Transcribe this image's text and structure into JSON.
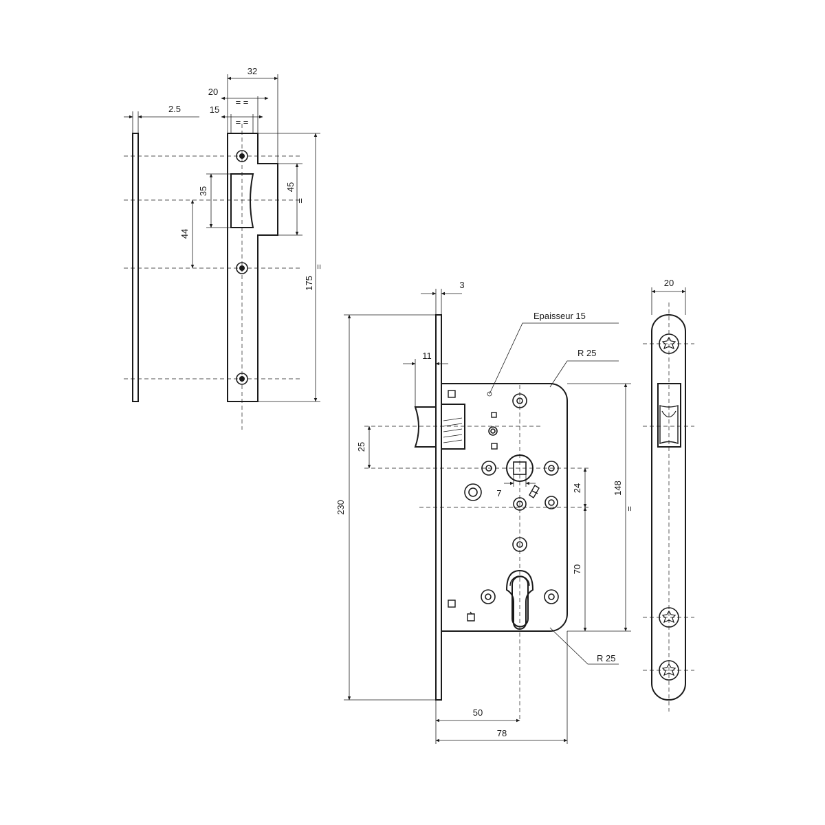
{
  "strike_plate": {
    "dims": {
      "d32": "32",
      "d20": "20",
      "d15": "15",
      "d2_5": "2.5",
      "eq_top_a": "= =",
      "eq_top_b": "= =",
      "d35": "35",
      "d45": "45",
      "eq_mid": "=",
      "d44": "44",
      "d175": "175",
      "eq_side": "="
    }
  },
  "lock_body": {
    "note_thickness": "Epaisseur 15",
    "dims": {
      "d3": "3",
      "d11": "11",
      "d25": "25",
      "d230": "230",
      "r25_top": "R 25",
      "r25_bottom": "R 25",
      "d7": "7",
      "d24": "24",
      "d148": "148",
      "eq_right": "=",
      "d70": "70",
      "d50": "50",
      "d78": "78"
    }
  },
  "faceplate": {
    "dims": {
      "d20": "20"
    }
  },
  "colors": {
    "line": "#1a1a1a",
    "background": "#ffffff"
  }
}
